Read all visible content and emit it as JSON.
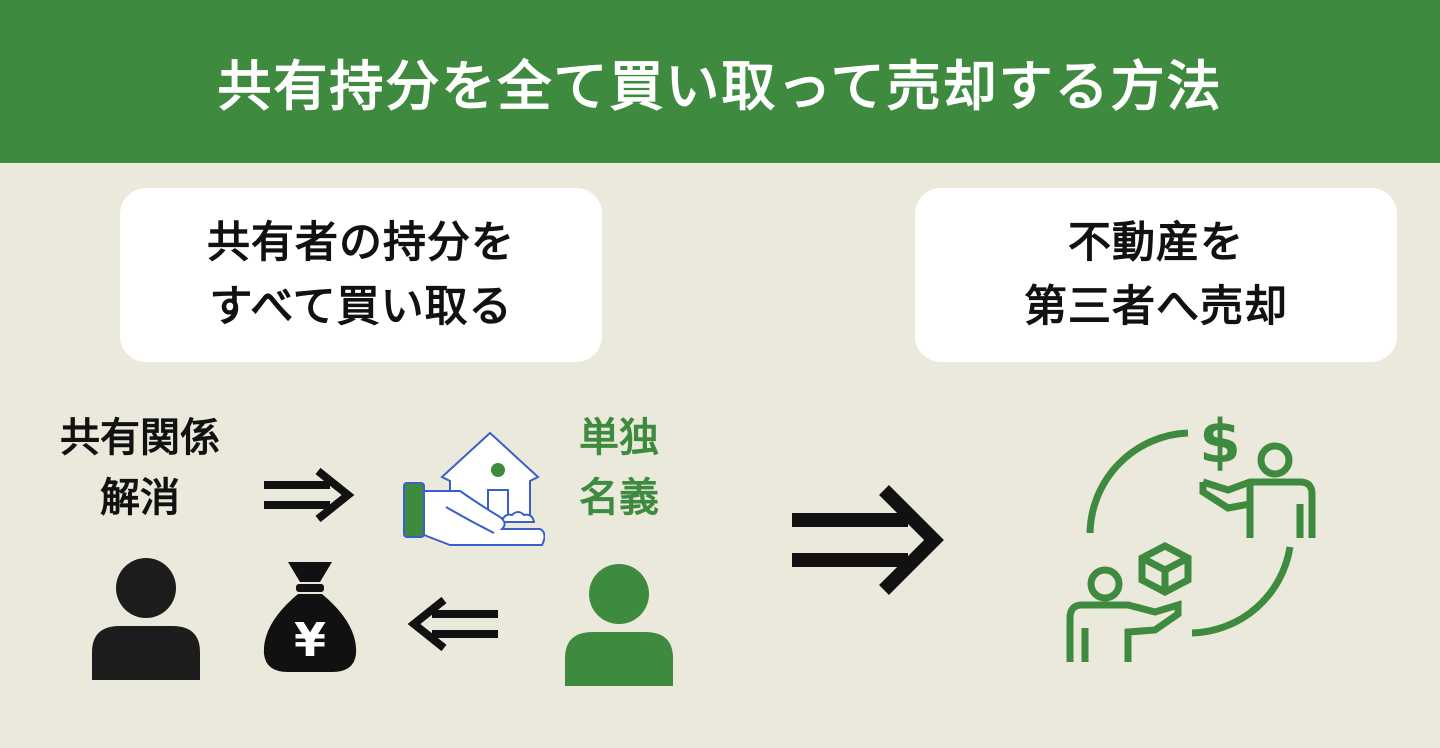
{
  "title": "共有持分を全て買い取って売却する方法",
  "step1": {
    "lines": [
      "共有者の持分を",
      "すべて買い取る"
    ]
  },
  "step2": {
    "lines": [
      "不動産を",
      "第三者へ売却"
    ]
  },
  "left_label": {
    "lines": [
      "共有関係",
      "解消"
    ]
  },
  "right_label": {
    "lines": [
      "単独",
      "名義"
    ]
  },
  "icons": {
    "house": "house-in-hand-icon",
    "money": "yen-money-bag-icon",
    "person_black": "person-icon",
    "person_green": "person-icon",
    "trade": "exchange-people-icon",
    "yen_symbol": "¥"
  },
  "colors": {
    "green": "#3e8a3e",
    "background": "#ebe9dc",
    "black": "#111111",
    "blue": "#3a5fc8"
  }
}
